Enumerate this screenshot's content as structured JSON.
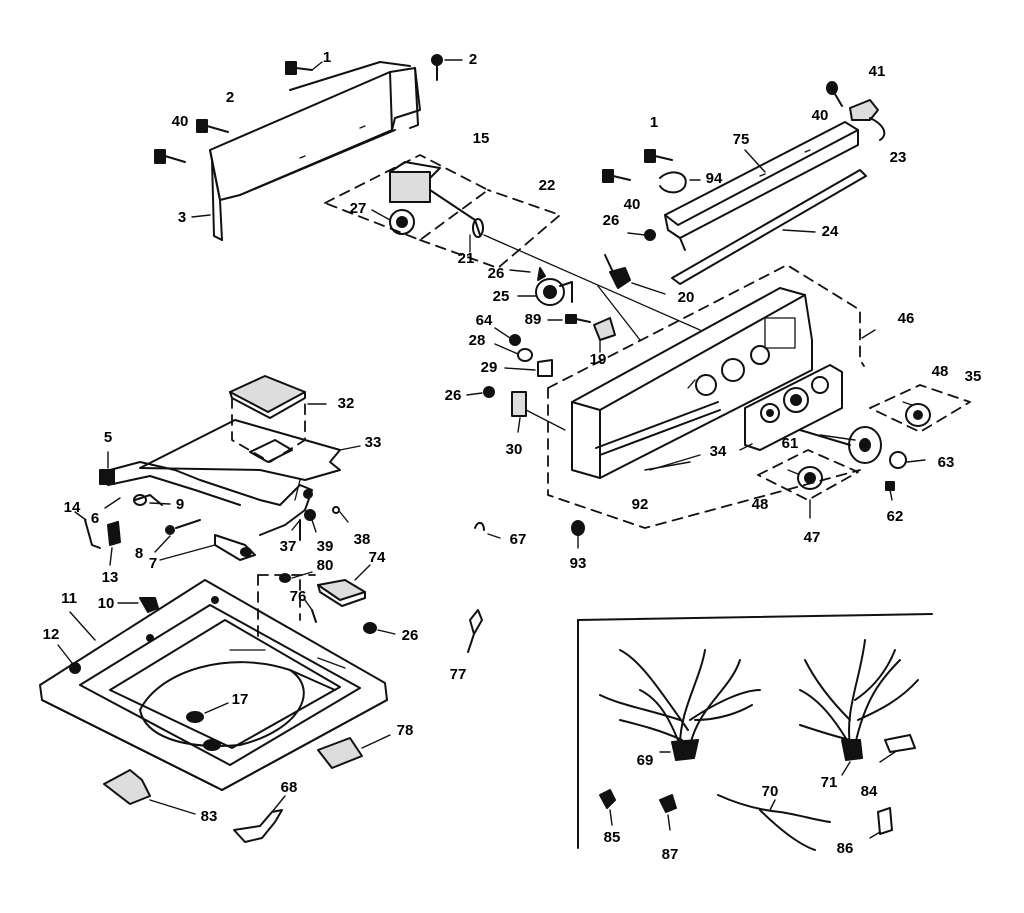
{
  "diagram": {
    "callouts": {
      "c1a": "1",
      "c2a": "2",
      "c2b": "2",
      "c40a": "40",
      "c3": "3",
      "c15": "15",
      "c22": "22",
      "c27": "27",
      "c21": "21",
      "c1b": "1",
      "c75": "75",
      "c40b": "40",
      "c41": "41",
      "c23": "23",
      "c94": "94",
      "c40c": "40",
      "c26a": "26",
      "c24": "24",
      "c26b": "26",
      "c25": "25",
      "c20": "20",
      "c64": "64",
      "c89": "89",
      "c28": "28",
      "c29": "29",
      "c19": "19",
      "c46": "46",
      "c26c": "26",
      "c30": "30",
      "c48a": "48",
      "c35": "35",
      "c34": "34",
      "c61": "61",
      "c63": "63",
      "c92": "92",
      "c48b": "48",
      "c62": "62",
      "c47": "47",
      "c67": "67",
      "c93": "93",
      "c32": "32",
      "c33": "33",
      "c5": "5",
      "c9": "9",
      "c6": "6",
      "c14": "14",
      "c37": "37",
      "c39": "39",
      "c38": "38",
      "c8": "8",
      "c7": "7",
      "c13": "13",
      "c80": "80",
      "c74": "74",
      "c76": "76",
      "c26d": "26",
      "c11": "11",
      "c10": "10",
      "c12": "12",
      "c17": "17",
      "c77": "77",
      "c78": "78",
      "c83": "83",
      "c68": "68",
      "c69": "69",
      "c71": "71",
      "c84": "84",
      "c70": "70",
      "c85": "85",
      "c87": "87",
      "c86": "86"
    }
  }
}
